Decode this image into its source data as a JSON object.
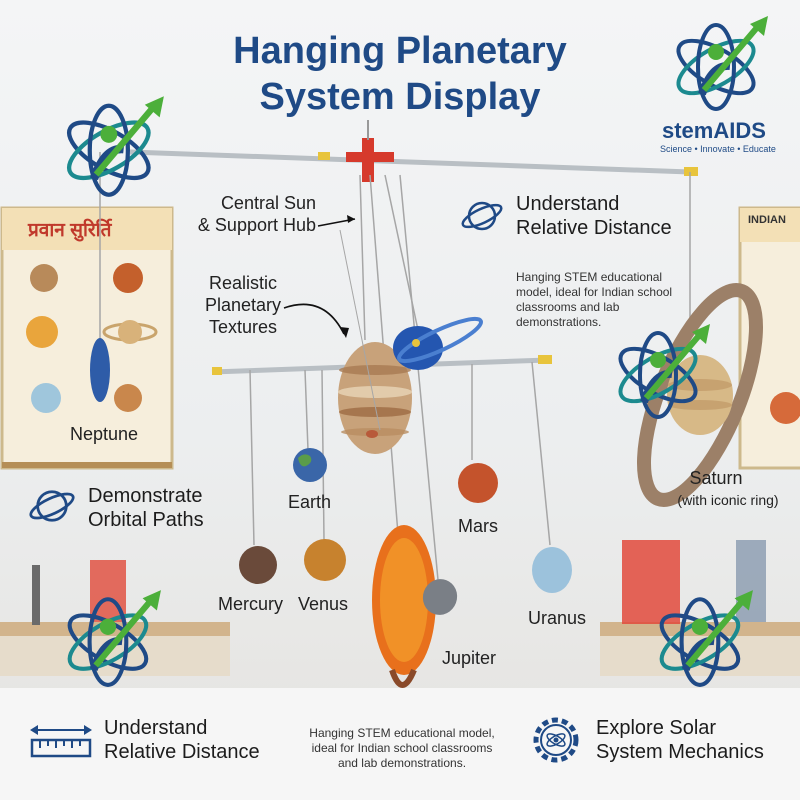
{
  "title": {
    "line1": "Hanging Planetary",
    "line2": "System Display"
  },
  "brand": {
    "name": "stemAIDS",
    "tagline": "Science • Innovate • Educate"
  },
  "poster": {
    "heading": "प्रवान सुरिर्ति",
    "right_heading": "INDIAN"
  },
  "callouts": {
    "central_sun_line1": "Central Sun",
    "central_sun_line2": "& Support Hub",
    "distance_top_line1": "Understand",
    "distance_top_line2": "Relative Distance",
    "textures_line1": "Realistic",
    "textures_line2": "Planetary",
    "textures_line3": "Textures",
    "orbital_line1": "Demonstrate",
    "orbital_line2": "Orbital Paths",
    "description_top_line1": "Hanging STEM educational",
    "description_top_line2": "model, ideal for Indian school",
    "description_top_line3": "classrooms and lab",
    "description_top_line4": "demonstrations.",
    "distance_bottom_line1": "Understand",
    "distance_bottom_line2": "Relative Distance",
    "description_bottom_line1": "Hanging STEM educational model,",
    "description_bottom_line2": "ideal for Indian school classrooms",
    "description_bottom_line3": "and lab demonstrations.",
    "explore_line1": "Explore Solar",
    "explore_line2": "System Mechanics"
  },
  "planets": {
    "neptune": "Neptune",
    "earth": "Earth",
    "mars": "Mars",
    "mercury": "Mercury",
    "venus": "Venus",
    "uranus": "Uranus",
    "jupiter": "Jupiter",
    "saturn": "Saturn",
    "saturn_note": "(with iconic ring)"
  },
  "icons": {
    "logo": "atom-person-arrow-icon",
    "planet": "planet-ring-icon",
    "ruler": "ruler-icon",
    "gear": "gear-atom-icon"
  },
  "colors": {
    "title": "#1f4a86",
    "logo_blue": "#1f4a86",
    "logo_teal": "#1c8a8f",
    "logo_green": "#4caf3a"
  }
}
